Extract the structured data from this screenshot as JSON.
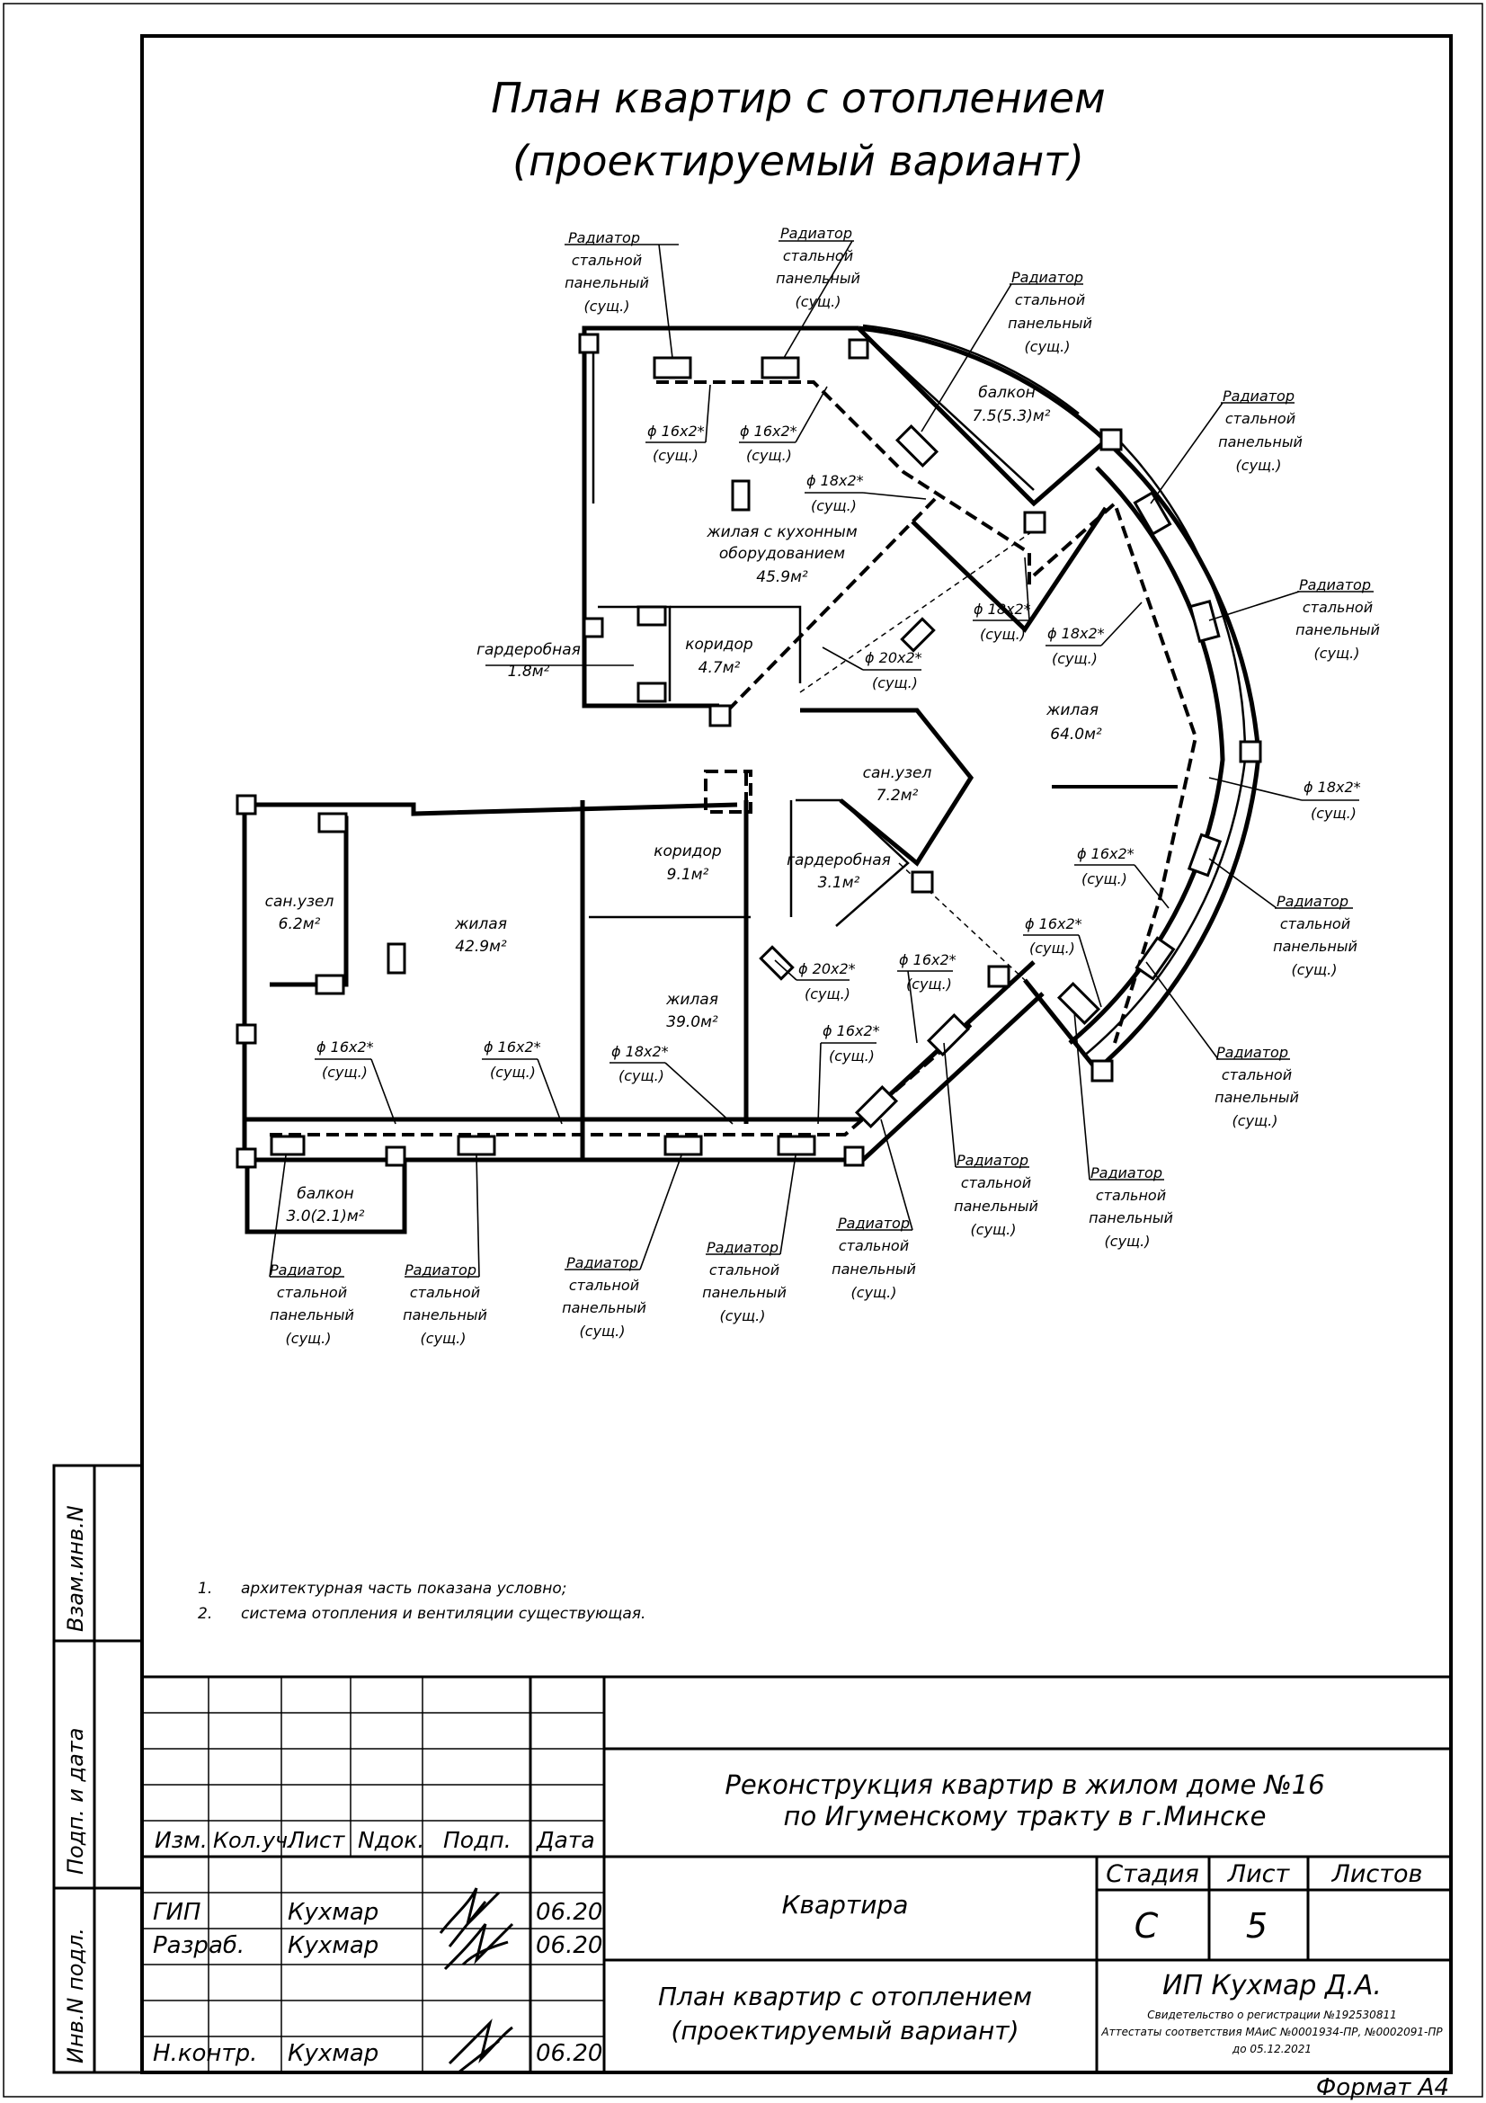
{
  "title": {
    "line1": "План квартир с отоплением",
    "line2": "(проектируемый вариант)"
  },
  "rooms": [
    {
      "name": "жилая с кухонным",
      "name2": "оборудованием",
      "area": "45.9м²"
    },
    {
      "name": "балкон",
      "area": "7.5(5.3)м²"
    },
    {
      "name": "гардеробная",
      "area": "1.8м²"
    },
    {
      "name": "коридор",
      "area": "4.7м²"
    },
    {
      "name": "жилая",
      "area": "64.0м²"
    },
    {
      "name": "сан.узел",
      "area": "7.2м²"
    },
    {
      "name": "сан.узел",
      "area": "6.2м²"
    },
    {
      "name": "жилая",
      "area": "42.9м²"
    },
    {
      "name": "коридор",
      "area": "9.1м²"
    },
    {
      "name": "гардеробная",
      "area": "3.1м²"
    },
    {
      "name": "жилая",
      "area": "39.0м²"
    },
    {
      "name": "балкон",
      "area": "3.0(2.1)м²"
    }
  ],
  "radiator_label": {
    "line1": "Радиатор",
    "line2": "стальной",
    "line3": "панельный",
    "line4": "(сущ.)"
  },
  "pipes": {
    "d16": "ϕ 16x2*",
    "d18": "ϕ 18x2*",
    "d20": "ϕ 20x2*",
    "exist": "(сущ.)"
  },
  "notes": [
    {
      "num": "1.",
      "text": "архитектурная часть показана условно;"
    },
    {
      "num": "2.",
      "text": "система отопления и вентиляции существующая."
    }
  ],
  "side_stamps": {
    "vzam": "Взам.инв.N",
    "podp": "Подп. и дата",
    "inv": "Инв.N подл."
  },
  "title_block": {
    "col_headers": [
      "Изм.",
      "Кол.уч.",
      "Лист",
      "Nдок.",
      "Подп.",
      "Дата"
    ],
    "signatories": [
      {
        "role": "ГИП",
        "name": "Кухмар",
        "date": "06.20"
      },
      {
        "role": "Разраб.",
        "name": "Кухмар",
        "date": "06.20"
      },
      {
        "role": "Н.контр.",
        "name": "Кухмар",
        "date": "06.20"
      }
    ],
    "project_line1": "Реконструкция квартир в жилом доме №16",
    "project_line2": "по Игуменскому тракту в г.Минске",
    "object": "Квартира",
    "sheet_title1": "План квартир с отоплением",
    "sheet_title2": "(проектируемый вариант)",
    "stage_header": "Стадия",
    "sheet_header": "Лист",
    "sheets_header": "Листов",
    "stage": "С",
    "sheet": "5",
    "sheets": "",
    "org": "ИП Кухмар Д.А.",
    "org_line1": "Свидетельство о регистрации №192530811",
    "org_line2": "Аттестаты соответствия МАиС №0001934-ПР, №0002091-ПР",
    "org_line3": "до 05.12.2021"
  },
  "format": "Формат А4"
}
